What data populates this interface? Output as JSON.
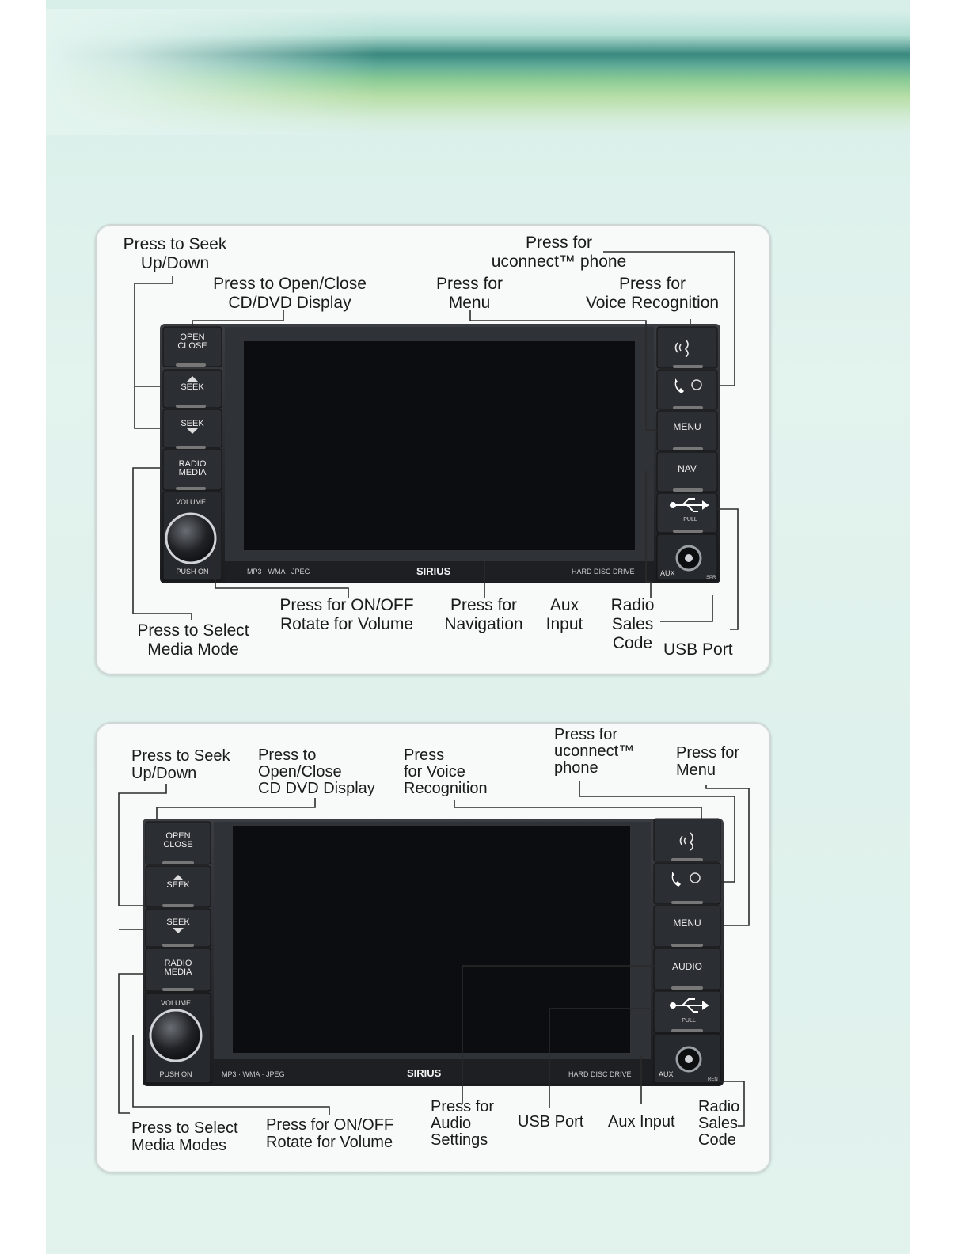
{
  "diagram1": {
    "labels": {
      "seek": "Press to Seek\nUp/Down",
      "open_close": "Press to Open/Close\nCD/DVD Display",
      "menu": "Press for\nMenu",
      "phone": "Press for\nuconnect™ phone",
      "voice": "Press for\nVoice Recognition",
      "select_media": "Press to Select\nMedia Mode",
      "on_off": "Press for ON/OFF\nRotate for Volume",
      "navigation": "Press for\nNavigation",
      "aux_input": "Aux\nInput",
      "radio_sales": "Radio\nSales\nCode",
      "usb_port": "USB Port"
    },
    "device": {
      "open_close": "OPEN\nCLOSE",
      "seek": "SEEK",
      "radio_media": "RADIO\nMEDIA",
      "volume": "VOLUME",
      "push_on": "PUSH ON",
      "formats": "MP3 · WMA · JPEG",
      "brand": "SIRIUS",
      "hdd": "HARD DISC DRIVE",
      "menu": "MENU",
      "nav": "NAV",
      "pull": "PULL",
      "aux": "AUX",
      "code": "SPR"
    }
  },
  "diagram2": {
    "labels": {
      "seek": "Press to Seek\nUp/Down",
      "open_close": "Press to\nOpen/Close\nCD DVD Display",
      "voice": "Press\nfor Voice\nRecognition",
      "phone": "Press for\nuconnect™\nphone",
      "menu": "Press for\nMenu",
      "select_media": "Press to Select\nMedia Modes",
      "on_off": "Press for ON/OFF\nRotate for Volume",
      "audio": "Press for\nAudio\nSettings",
      "usb_port": "USB Port",
      "aux_input": "Aux Input",
      "radio_sales": "Radio\nSales\nCode"
    },
    "device": {
      "open_close": "OPEN\nCLOSE",
      "seek": "SEEK",
      "radio_media": "RADIO\nMEDIA",
      "volume": "VOLUME",
      "push_on": "PUSH ON",
      "formats": "MP3 · WMA · JPEG",
      "brand": "SIRIUS",
      "hdd": "HARD DISC DRIVE",
      "menu": "MENU",
      "audio": "AUDIO",
      "pull": "PULL",
      "aux": "AUX",
      "code": "REN"
    }
  }
}
